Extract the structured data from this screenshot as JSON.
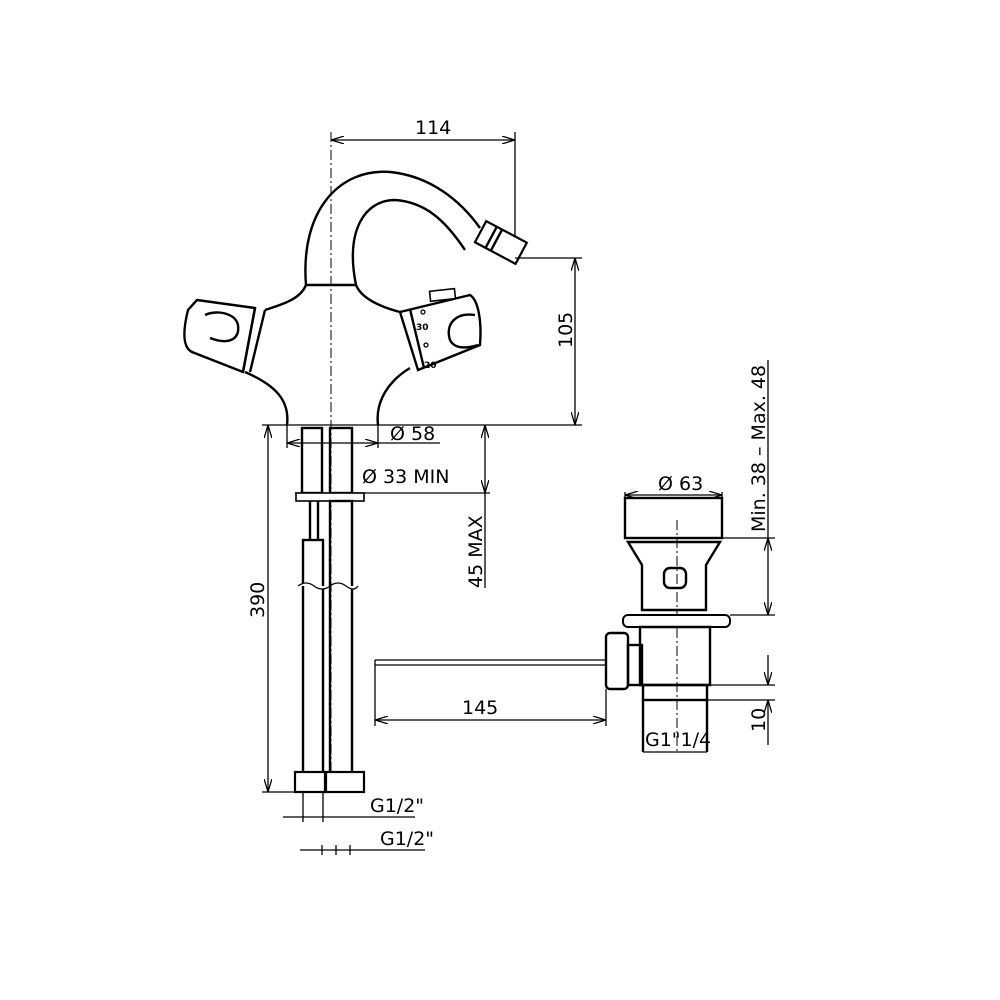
{
  "drawing": {
    "dimensions": {
      "spout_reach": "114",
      "spout_height": "105",
      "base_diameter": "Ø 58",
      "hole_diameter": "Ø 33 MIN",
      "deck_thickness": "45 MAX",
      "hose_length": "390",
      "waste_cap_diameter": "Ø 63",
      "waste_range": "Min. 38 – Max. 48",
      "rod_length": "145",
      "waste_thread": "G1\"1/4",
      "thread_length": "10",
      "hose_thread_1": "G1/2\"",
      "hose_thread_2": "G1/2\""
    },
    "handle_markings": [
      "30",
      "20"
    ]
  }
}
